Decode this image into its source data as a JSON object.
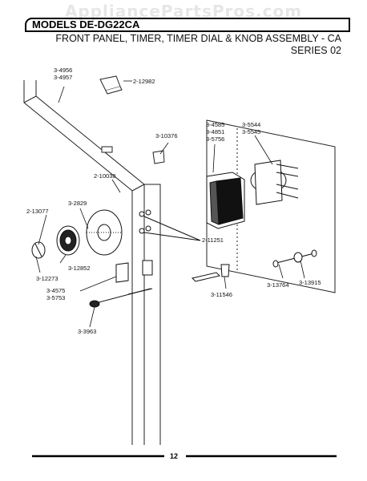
{
  "watermark": "AppliancePartsPros.com",
  "header": {
    "model": "MODELS DE-DG22CA",
    "title_line1": "FRONT PANEL, TIMER, TIMER DIAL & KNOB ASSEMBLY - CA",
    "title_line2": "SERIES 02"
  },
  "parts": {
    "p4956": "3-4956",
    "p4957": "3-4957",
    "p12982": "2-12982",
    "p10376": "3-10376",
    "p4585": "3-4585",
    "p4851": "3-4851",
    "p5756": "3-5756",
    "p5544": "3-5544",
    "p5545": "3-5545",
    "p10038": "2-10038",
    "p13077": "2-13077",
    "p2829": "3-2829",
    "p11251": "2-11251",
    "p12852": "3-12852",
    "p12273": "3-12273",
    "p4575": "3-4575",
    "p5753": "3-5753",
    "p11546": "3-11546",
    "p13764": "3-13764",
    "p13915": "3-13915",
    "p3963": "3-3963"
  },
  "footer": {
    "page_number": "12"
  }
}
